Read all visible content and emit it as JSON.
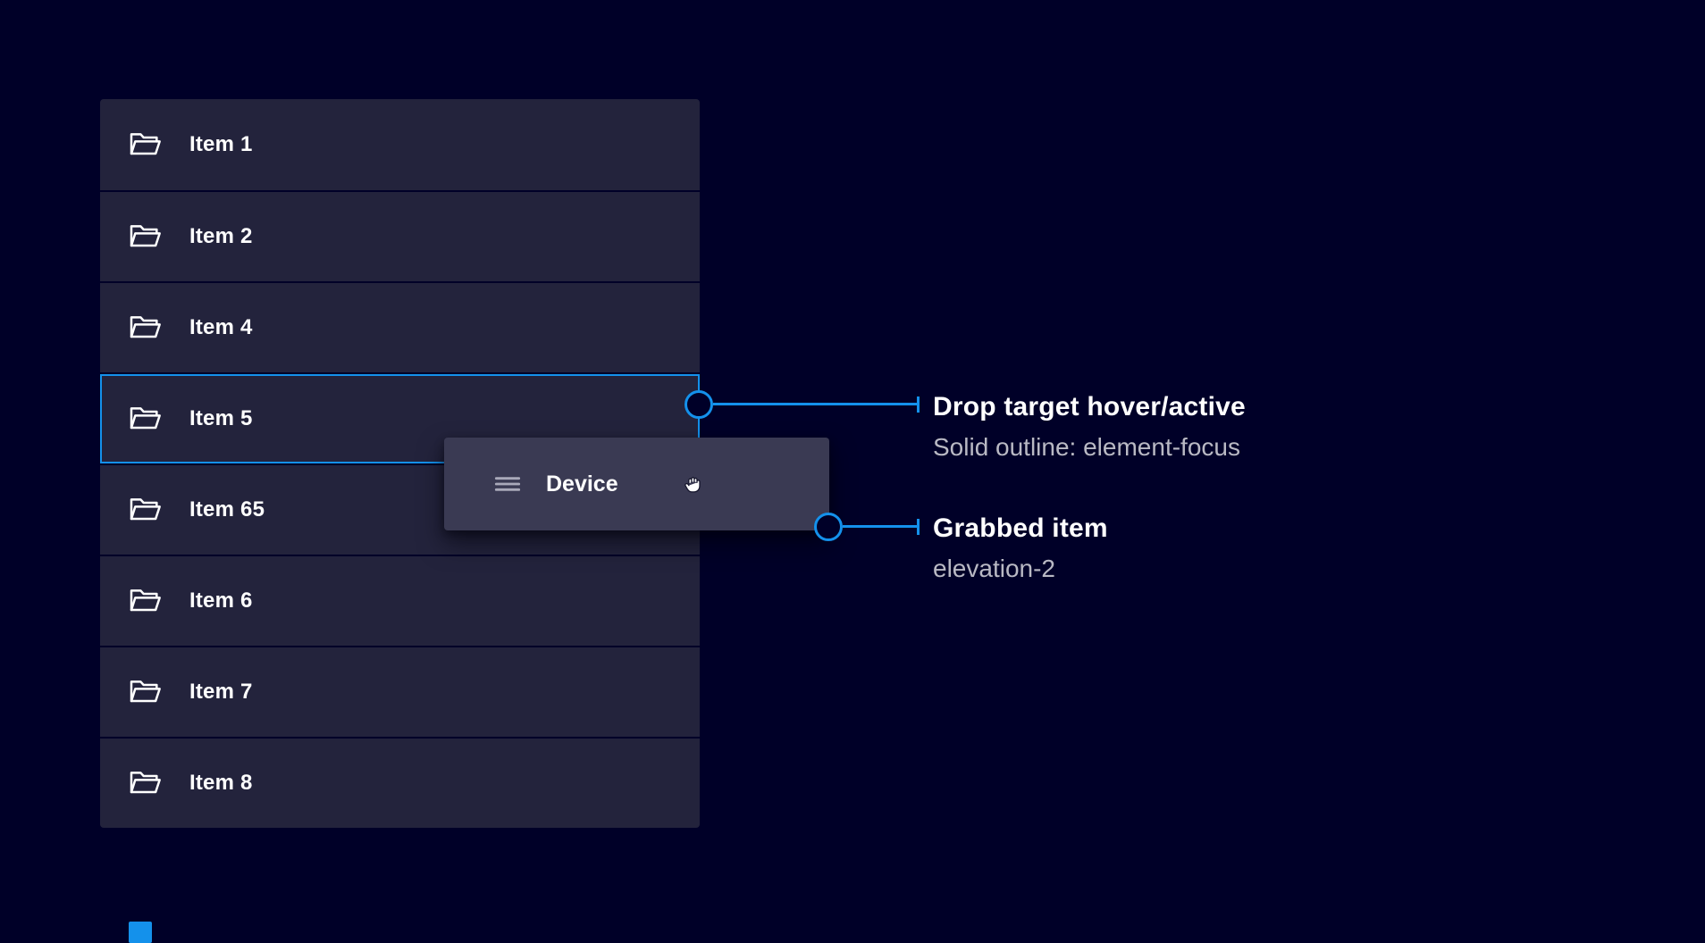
{
  "list": {
    "items": [
      {
        "label": "Item 1",
        "state": "default"
      },
      {
        "label": "Item 2",
        "state": "default"
      },
      {
        "label": "Item 4",
        "state": "default"
      },
      {
        "label": "Item 5",
        "state": "drop-target"
      },
      {
        "label": "Item 65",
        "state": "default"
      },
      {
        "label": "Item 6",
        "state": "default"
      },
      {
        "label": "Item 7",
        "state": "default"
      },
      {
        "label": "Item 8",
        "state": "default"
      }
    ]
  },
  "dragged_item": {
    "label": "Device"
  },
  "annotations": {
    "drop_target": {
      "title": "Drop target hover/active",
      "subtitle": "Solid outline: element-focus"
    },
    "grabbed": {
      "title": "Grabbed item",
      "subtitle": "elevation-2"
    }
  },
  "icons": {
    "row_icon": "folder-open-icon",
    "drag_icon": "drag-handle-icon",
    "cursor_icon": "grab-cursor-icon"
  },
  "colors": {
    "bg": "#000028",
    "row-bg": "#23233c",
    "card-bg": "#3a3a53",
    "accent": "#1491eb",
    "text": "#ffffff",
    "soft-text": "#b9b9c4",
    "handle": "#a9a9ba"
  }
}
